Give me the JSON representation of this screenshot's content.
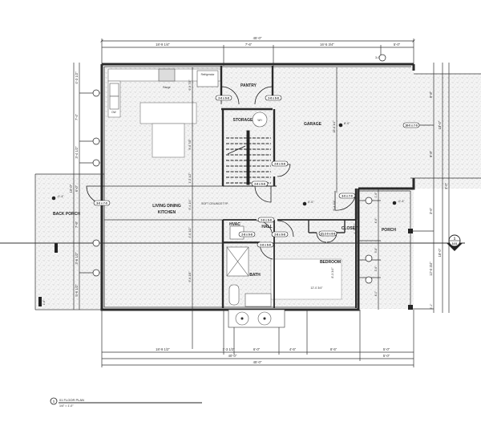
{
  "drawing": {
    "title": "01 FLOOR PLAN",
    "scale": "1/4\" = 1'-0\"",
    "view_number": "1",
    "section_marker": {
      "number": "1",
      "sheet": "3.01"
    }
  },
  "colors": {
    "wall": "#2a2a2a",
    "line": "#333333",
    "stipple_bg": "#f2f2f2",
    "paper": "#ffffff"
  },
  "rooms": {
    "living": {
      "line1": "LIVING DINING",
      "line2": "KITCHEN"
    },
    "pantry": "PANTRY",
    "storage": "STORAGE",
    "garage": "GARAGE",
    "back_porch": "BACK PORCH",
    "porch": "PORCH",
    "hvac": "HVAC",
    "hall": "HALL",
    "closet": "CLOSET",
    "bedroom": "BEDROOM",
    "bath": "BATH"
  },
  "fixtures": {
    "range": "Range",
    "refrigerator": "Refrigerator",
    "dw": "DW",
    "wh": "WH"
  },
  "notes": {
    "soffit": "SOFT CEILINGS TYP."
  },
  "door_tags": {
    "pantry_left": "2-6 x 6-8",
    "pantry_right": "2-6 x 6-8",
    "storage": "2-6 x 6-8",
    "stair": "2-6 x 6-8",
    "garage": "16-0 x 7-0",
    "back_porch": "3-0 x 7-0",
    "hall_top": "2-8 x 6-8",
    "hvac": "2-8 x 6-8",
    "hall": "2-8 x 6-8",
    "bath": "2-6 x 6-8",
    "closet": "(2) 2-0 x 6-8",
    "front": "3-0 x 7-0"
  },
  "elevations": {
    "garage": "8'-0\"",
    "living": "0'-0\"",
    "back_porch": "-0'-4\"",
    "porch": "-0'-4\"",
    "window_top": "3-0"
  },
  "dimensions": {
    "top_overall": "45'-0\"",
    "top_segments": [
      "18'-9 1/4\"",
      "7'-6\"",
      "16'-5 3/4\"",
      "5'-0\""
    ],
    "bottom_segments": [
      "18'-9 1/2\"",
      "1'-3 1/2\"",
      "6'-0\"",
      "4'-5\"",
      "8'-5\"",
      "5'-0\""
    ],
    "bottom_sub": [
      "40'-0\"",
      "5'-0\""
    ],
    "bottom_overall": "45'-0\"",
    "left_segments": [
      "4'-3 1/2\"",
      "7'-4\"",
      "3'-4 1/2\"",
      "7'-9\"",
      "3'-6 1/2\"",
      "5'-6 1/2\""
    ],
    "left_porch": "10'-0\"",
    "left_porch_small": "6'-0\"",
    "left_step": "1'-6\"",
    "right_garage": [
      "9'-8\"",
      "9'-8\""
    ],
    "right_garage_total": "18'-0\"",
    "right_top": "3'-0\"",
    "right_porch": [
      "1'-6\"",
      "4'-6\"",
      "3'-6\"",
      "5'-8\"",
      "3'-6\"",
      "4'-0\""
    ],
    "right_lower": "12'-0 3/4\"",
    "right_lower2": "18'-0\"",
    "right_bottom": "2'-1\"",
    "interior": {
      "kitchen_v1": "9'-6 7/8\"",
      "kitchen_v2": "9'-6 7/8\"",
      "kitchen_v3": "1'-5 1/2\"",
      "kitchen_v4": "9'-4 1/4\"",
      "kitchen_v5": "4'-0 1/2\"",
      "kitchen_v6": "9'-6 1/8\"",
      "garage_v": "18'-8 1/4\"",
      "hall_v": "9'-4 1/4\"",
      "hall_v2": "4'-3 1/2\"",
      "bedroom_v": "8'-3 3/4\"",
      "bedroom_h": "12'-0 3/4\""
    }
  }
}
